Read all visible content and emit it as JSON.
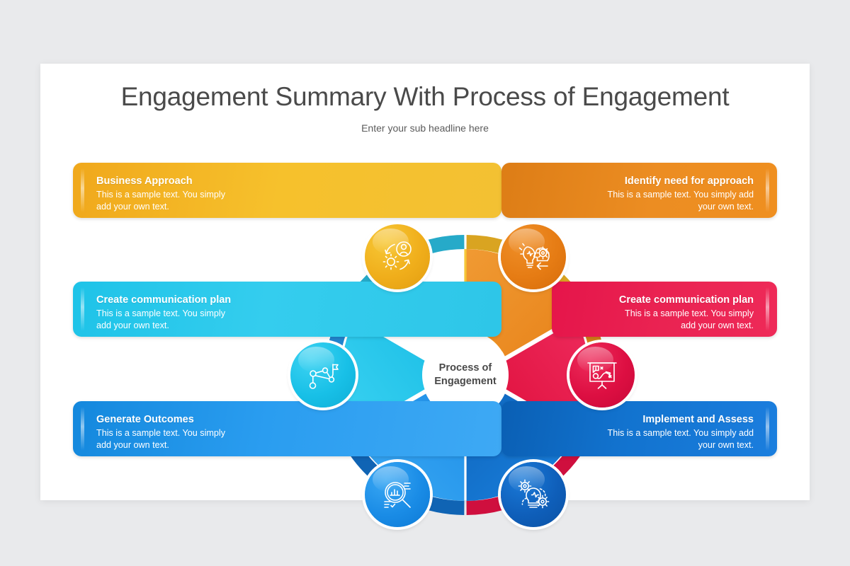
{
  "slide": {
    "title": "Engagement Summary With Process of Engagement",
    "subtitle": "Enter your sub headline here",
    "background_color": "#e9eaec",
    "card_color": "#ffffff"
  },
  "wheel": {
    "center_label_line1": "Process of",
    "center_label_line2": "Engagement",
    "segment_count": 6,
    "segments": [
      {
        "name": "business-approach",
        "color": "#f3bc2b",
        "ring_color": "#d9a421",
        "angle_start": -90,
        "angle_end": -30
      },
      {
        "name": "identify-need",
        "color": "#ed8f25",
        "ring_color": "#d47d18",
        "angle_start": -30,
        "angle_end": 30
      },
      {
        "name": "create-plan-right",
        "color": "#ea1f50",
        "ring_color": "#cf0f3e",
        "angle_start": 30,
        "angle_end": 90
      },
      {
        "name": "implement-assess",
        "color": "#1577d6",
        "ring_color": "#1064b4",
        "angle_start": 90,
        "angle_end": 150
      },
      {
        "name": "generate-outcomes",
        "color": "#2b9ef0",
        "ring_color": "#2184cd",
        "angle_start": 150,
        "angle_end": 210
      },
      {
        "name": "create-plan-left",
        "color": "#2ec8ea",
        "ring_color": "#26aac9",
        "angle_start": 210,
        "angle_end": 270
      }
    ]
  },
  "callouts": [
    {
      "id": "bar-0",
      "side": "left",
      "title": "Business Approach",
      "description": "This is a sample text. You simply add your own text.",
      "color": "#f3bc2b",
      "icon": "gear-person-cycle-icon"
    },
    {
      "id": "bar-1",
      "side": "right",
      "title": "Identify need for approach",
      "description": "This is a sample text. You simply add your own text.",
      "color": "#ed8f25",
      "icon": "lightbulb-head-gear-icon"
    },
    {
      "id": "bar-2",
      "side": "left",
      "title": "Create communication plan",
      "description": "This is a sample text. You simply add your own text.",
      "color": "#2ec8ea",
      "icon": "network-flag-icon"
    },
    {
      "id": "bar-3",
      "side": "right",
      "title": "Create communication plan",
      "description": "This is a sample text. You simply add your own text.",
      "color": "#ea1f50",
      "icon": "strategy-board-icon"
    },
    {
      "id": "bar-4",
      "side": "left",
      "title": "Generate Outcomes",
      "description": "This is a sample text. You simply add your own text.",
      "color": "#2b9ef0",
      "icon": "magnifier-barchart-icon"
    },
    {
      "id": "bar-5",
      "side": "right",
      "title": "Implement and Assess",
      "description": "This is a sample text. You simply add your own text.",
      "color": "#1577d6",
      "icon": "lightbulb-gears-icon"
    }
  ]
}
